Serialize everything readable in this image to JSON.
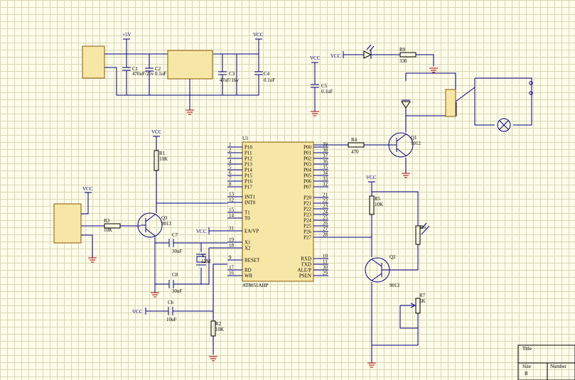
{
  "power": {
    "vcc": "VCC",
    "plus5v": "+5V"
  },
  "components": {
    "c1": {
      "ref": "C1",
      "value": "470uF/25v"
    },
    "c2": {
      "ref": "C2",
      "value": "0.1uF"
    },
    "c3": {
      "ref": "C3",
      "value": "47uF/16v"
    },
    "c4": {
      "ref": "C4",
      "value": "0.1uF"
    },
    "c5": {
      "ref": "C5",
      "value": "0.1uF"
    },
    "c6": {
      "ref": "C6",
      "value": "10uF"
    },
    "c7": {
      "ref": "C7",
      "value": "30uF"
    },
    "c8": {
      "ref": "C8",
      "value": "30uF"
    },
    "r1": {
      "ref": "R1",
      "value": "10K"
    },
    "r2": {
      "ref": "R2",
      "value": "10K"
    },
    "r3": {
      "ref": "R3",
      "value": "10K"
    },
    "r4": {
      "ref": "R4",
      "value": "470"
    },
    "r5": {
      "ref": "R5",
      "value": "10K"
    },
    "r6": {
      "ref": "R6",
      "value": ""
    },
    "r7": {
      "ref": "R7",
      "value": "5K"
    },
    "r9": {
      "ref": "R9",
      "value": "330"
    },
    "q1": {
      "ref": "Q1",
      "value": "9012"
    },
    "q2": {
      "ref": "Q2",
      "value": "9013"
    },
    "q3": {
      "ref": "Q3",
      "value": "9013"
    },
    "y": {
      "ref": "Y",
      "value": "12M"
    }
  },
  "mcu": {
    "ref": "U1",
    "part": "AT8051AHP",
    "left": [
      {
        "pin": "1",
        "name": "P10"
      },
      {
        "pin": "2",
        "name": "P11"
      },
      {
        "pin": "3",
        "name": "P12"
      },
      {
        "pin": "4",
        "name": "P13"
      },
      {
        "pin": "5",
        "name": "P14"
      },
      {
        "pin": "6",
        "name": "P15"
      },
      {
        "pin": "7",
        "name": "P16"
      },
      {
        "pin": "8",
        "name": "P17"
      },
      {
        "pin": "13",
        "name": "INT1"
      },
      {
        "pin": "12",
        "name": "INT0"
      },
      {
        "pin": "15",
        "name": "T1"
      },
      {
        "pin": "14",
        "name": "T0"
      },
      {
        "pin": "31",
        "name": "EA/VP"
      },
      {
        "pin": "19",
        "name": "X1"
      },
      {
        "pin": "18",
        "name": "X2"
      },
      {
        "pin": "9",
        "name": "RESET"
      },
      {
        "pin": "17",
        "name": "RD"
      },
      {
        "pin": "16",
        "name": "WR"
      }
    ],
    "right": [
      {
        "pin": "39",
        "name": "P00"
      },
      {
        "pin": "38",
        "name": "P01"
      },
      {
        "pin": "37",
        "name": "P02"
      },
      {
        "pin": "36",
        "name": "P03"
      },
      {
        "pin": "35",
        "name": "P04"
      },
      {
        "pin": "34",
        "name": "P05"
      },
      {
        "pin": "33",
        "name": "P06"
      },
      {
        "pin": "32",
        "name": "P07"
      },
      {
        "pin": "21",
        "name": "P20"
      },
      {
        "pin": "22",
        "name": "P21"
      },
      {
        "pin": "23",
        "name": "P22"
      },
      {
        "pin": "24",
        "name": "P23"
      },
      {
        "pin": "25",
        "name": "P24"
      },
      {
        "pin": "26",
        "name": "P25"
      },
      {
        "pin": "27",
        "name": "P26"
      },
      {
        "pin": "28",
        "name": "P27"
      },
      {
        "pin": "10",
        "name": "RXD"
      },
      {
        "pin": "11",
        "name": "TXD"
      },
      {
        "pin": "30",
        "name": "ALE/P"
      },
      {
        "pin": "29",
        "name": "PSEN"
      }
    ]
  },
  "titleblock": {
    "title": "Title",
    "size_label": "Size",
    "size": "B",
    "number_label": "Number"
  }
}
